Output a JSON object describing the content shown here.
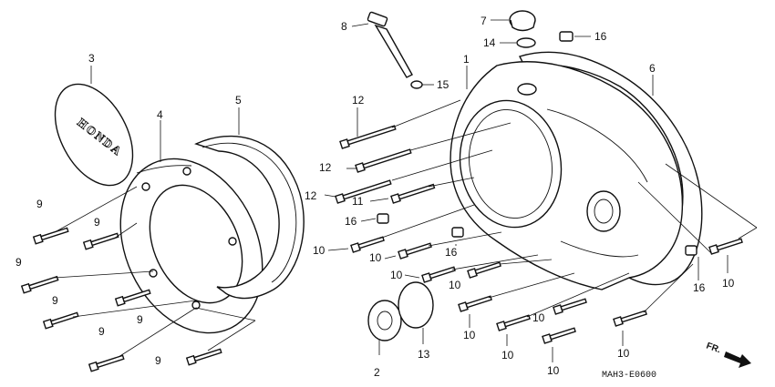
{
  "diagram": {
    "callouts": {
      "p1": "1",
      "p2": "2",
      "p3": "3",
      "p4": "4",
      "p5": "5",
      "p6": "6",
      "p7": "7",
      "p8": "8",
      "p11": "11",
      "p13": "13",
      "p14": "14",
      "p15": "15",
      "p9": "9",
      "p10": "10",
      "p12": "12",
      "p16": "16"
    },
    "cover_brand_text": "HONDA",
    "direction_marker": "FR.",
    "diagram_code": "MAH3-E0600"
  }
}
